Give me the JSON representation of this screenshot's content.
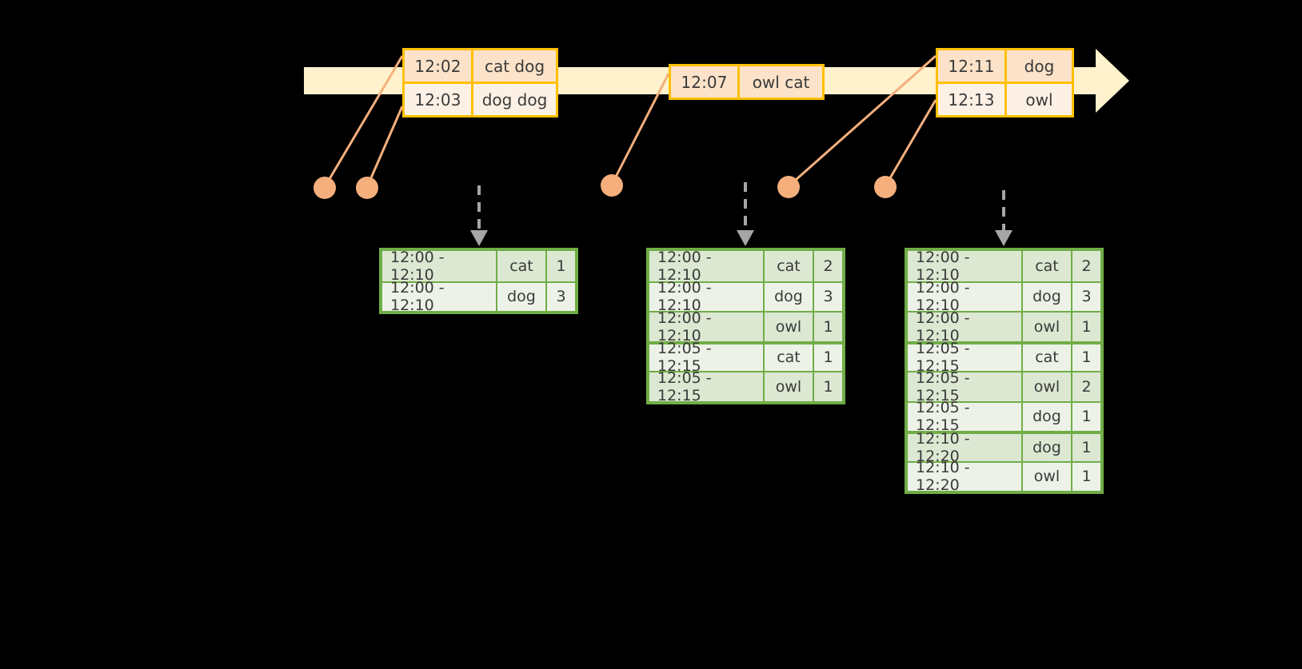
{
  "diagram": {
    "timeline": {
      "color": "#FFF2CC",
      "border_color": "#FFC000",
      "arrow": "right-arrow"
    },
    "events": [
      {
        "name": "event-box-1",
        "rows": [
          {
            "time": "12:02",
            "value": "cat dog"
          },
          {
            "time": "12:03",
            "value": "dog dog"
          }
        ]
      },
      {
        "name": "event-box-2",
        "rows": [
          {
            "time": "12:07",
            "value": "owl cat"
          }
        ]
      },
      {
        "name": "event-box-3",
        "rows": [
          {
            "time": "12:11",
            "value": "dog"
          },
          {
            "time": "12:13",
            "value": "owl"
          }
        ]
      }
    ],
    "markers": [
      {
        "name": "marker-12-02",
        "color": "#F4AF7D"
      },
      {
        "name": "marker-12-03",
        "color": "#F4AF7D"
      },
      {
        "name": "marker-12-07",
        "color": "#F4AF7D"
      },
      {
        "name": "marker-12-11",
        "color": "#F4AF7D"
      },
      {
        "name": "marker-12-13",
        "color": "#F4AF7D"
      }
    ],
    "result_tables": [
      {
        "name": "result-table-1",
        "rows": [
          {
            "window": "12:00 - 12:10",
            "key": "cat",
            "count": "1",
            "group_end": false
          },
          {
            "window": "12:00 - 12:10",
            "key": "dog",
            "count": "3",
            "group_end": true
          }
        ]
      },
      {
        "name": "result-table-2",
        "rows": [
          {
            "window": "12:00 - 12:10",
            "key": "cat",
            "count": "2",
            "group_end": false
          },
          {
            "window": "12:00 - 12:10",
            "key": "dog",
            "count": "3",
            "group_end": false
          },
          {
            "window": "12:00 - 12:10",
            "key": "owl",
            "count": "1",
            "group_end": true
          },
          {
            "window": "12:05 - 12:15",
            "key": "cat",
            "count": "1",
            "group_end": false
          },
          {
            "window": "12:05 - 12:15",
            "key": "owl",
            "count": "1",
            "group_end": true
          }
        ]
      },
      {
        "name": "result-table-3",
        "rows": [
          {
            "window": "12:00 - 12:10",
            "key": "cat",
            "count": "2",
            "group_end": false
          },
          {
            "window": "12:00 - 12:10",
            "key": "dog",
            "count": "3",
            "group_end": false
          },
          {
            "window": "12:00 - 12:10",
            "key": "owl",
            "count": "1",
            "group_end": true
          },
          {
            "window": "12:05 - 12:15",
            "key": "cat",
            "count": "1",
            "group_end": false
          },
          {
            "window": "12:05 - 12:15",
            "key": "owl",
            "count": "2",
            "group_end": false
          },
          {
            "window": "12:05 - 12:15",
            "key": "dog",
            "count": "1",
            "group_end": true
          },
          {
            "window": "12:10 - 12:20",
            "key": "dog",
            "count": "1",
            "group_end": false
          },
          {
            "window": "12:10 - 12:20",
            "key": "owl",
            "count": "1",
            "group_end": true
          }
        ]
      }
    ],
    "emit_arrows": [
      {
        "name": "emit-arrow-1",
        "color": "#A6A6A6"
      },
      {
        "name": "emit-arrow-2",
        "color": "#A6A6A6"
      },
      {
        "name": "emit-arrow-3",
        "color": "#A6A6A6"
      }
    ]
  }
}
